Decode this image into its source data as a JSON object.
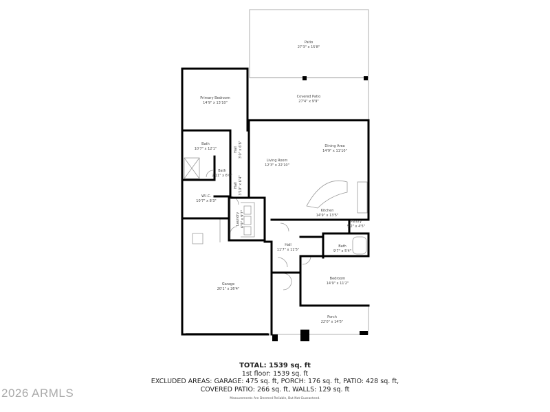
{
  "rooms": [
    {
      "name": "Patio",
      "size": "27'3\" x 15'8\""
    },
    {
      "name": "Covered Patio",
      "size": "27'4\" x 9'9\""
    },
    {
      "name": "Primary Bedroom",
      "size": "14'9\" x 13'10\""
    },
    {
      "name": "Bath",
      "size": "10'7\" x 12'1\""
    },
    {
      "name": "Hall",
      "size": "3'0\" x 6'8\""
    },
    {
      "name": "Bath",
      "size": "2'11\" x 6'0\""
    },
    {
      "name": "Hall",
      "size": "3'10\" x 6'4\""
    },
    {
      "name": "W.I.C.",
      "size": "10'7\" x 8'3\""
    },
    {
      "name": "Living Room",
      "size": "12'3\" x 22'10\""
    },
    {
      "name": "Dining Area",
      "size": "14'9\" x 11'10\""
    },
    {
      "name": "Kitchen",
      "size": "14'9\" x 13'5\""
    },
    {
      "name": "Pantry",
      "size": "5'2\" x 4'5\""
    },
    {
      "name": "Laundry",
      "size": "6'9\" x 9'7\""
    },
    {
      "name": "Hall",
      "size": "11'7\" x 11'5\""
    },
    {
      "name": "Bath",
      "size": "9'7\" x 5'4\""
    },
    {
      "name": "Bedroom",
      "size": "14'9\" x 11'2\""
    },
    {
      "name": "Garage",
      "size": "20'1\" x 26'4\""
    },
    {
      "name": "Porch",
      "size": "22'0\" x 14'5\""
    }
  ],
  "summary": {
    "total": "TOTAL: 1539 sq. ft",
    "floor": "1st floor: 1539 sq. ft",
    "excluded_line1": "EXCLUDED AREAS: GARAGE: 475 sq. ft, PORCH: 176 sq. ft, PATIO: 428 sq. ft,",
    "excluded_line2": "COVERED PATIO: 266 sq. ft, WALLS: 129 sq. ft",
    "disclaimer": "Measurements Are Deemed Reliable, But Not Guaranteed."
  },
  "watermark": "2026 ARMLS",
  "colors": {
    "wall": "#000000",
    "thin": "#999999",
    "label": "#444444"
  }
}
